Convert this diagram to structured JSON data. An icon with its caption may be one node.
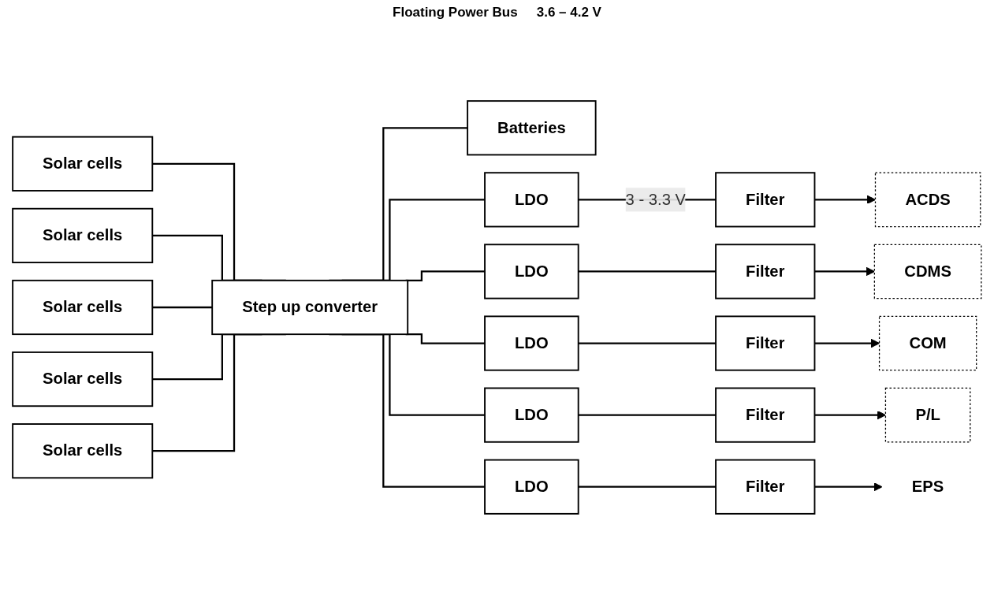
{
  "diagram": {
    "nodes": [
      {
        "text": [
          "Solar cells"
        ]
      },
      {
        "text": [
          "Solar cells"
        ]
      },
      {
        "text": [
          "Solar cells"
        ]
      },
      {
        "text": [
          "Solar cells"
        ]
      },
      {
        "text": [
          "Solar cells"
        ]
      },
      {
        "text": [
          "Step up converter"
        ]
      },
      {
        "text": [
          "Batteries"
        ]
      },
      {
        "text": [
          "LDO"
        ]
      },
      {
        "text": [
          "Filter"
        ]
      },
      {
        "text": [
          "ACDS"
        ]
      },
      {
        "text": [
          "LDO"
        ]
      },
      {
        "text": [
          "Filter"
        ]
      },
      {
        "text": [
          "CDMS"
        ]
      },
      {
        "text": [
          "LDO"
        ]
      },
      {
        "text": [
          "Filter"
        ]
      },
      {
        "text": [
          "COM"
        ]
      },
      {
        "text": [
          "LDO"
        ]
      },
      {
        "text": [
          "Filter"
        ]
      },
      {
        "text": [
          "P/L"
        ]
      },
      {
        "text": [
          "LDO"
        ]
      },
      {
        "text": [
          "Filter"
        ]
      },
      {
        "text": [
          "EPS"
        ]
      }
    ],
    "edges": [
      {
        "from": 0,
        "to": 5,
        "arrow": "none"
      },
      {
        "from": 1,
        "to": 5,
        "arrow": "none"
      },
      {
        "from": 2,
        "to": 5,
        "arrow": "none"
      },
      {
        "from": 3,
        "to": 5,
        "arrow": "none"
      },
      {
        "from": 4,
        "to": 5,
        "arrow": "none"
      },
      {
        "from": 5,
        "to": 6,
        "arrow": "none"
      },
      {
        "from": 5,
        "to": 7,
        "arrow": "none"
      },
      {
        "from": 5,
        "to": 10,
        "arrow": "none"
      },
      {
        "from": 5,
        "to": 13,
        "arrow": "none"
      },
      {
        "from": 5,
        "to": 16,
        "arrow": "none"
      },
      {
        "from": 5,
        "to": 19,
        "arrow": "none"
      },
      {
        "from": 7,
        "to": 8,
        "arrow": "none",
        "label": "3 - 3.3 V"
      },
      {
        "from": 8,
        "to": 9,
        "arrow": "to"
      },
      {
        "from": 10,
        "to": 11,
        "arrow": "none"
      },
      {
        "from": 11,
        "to": 12,
        "arrow": "to"
      },
      {
        "from": 13,
        "to": 14,
        "arrow": "none"
      },
      {
        "from": 14,
        "to": 15,
        "arrow": "to"
      },
      {
        "from": 16,
        "to": 17,
        "arrow": "none"
      },
      {
        "from": 17,
        "to": 18,
        "arrow": "to"
      },
      {
        "from": 19,
        "to": 20,
        "arrow": "none"
      },
      {
        "from": 20,
        "to": 21,
        "arrow": "to"
      }
    ],
    "labels": [
      "Floating Power Bus",
      "3.6 – 4.2 V"
    ]
  }
}
